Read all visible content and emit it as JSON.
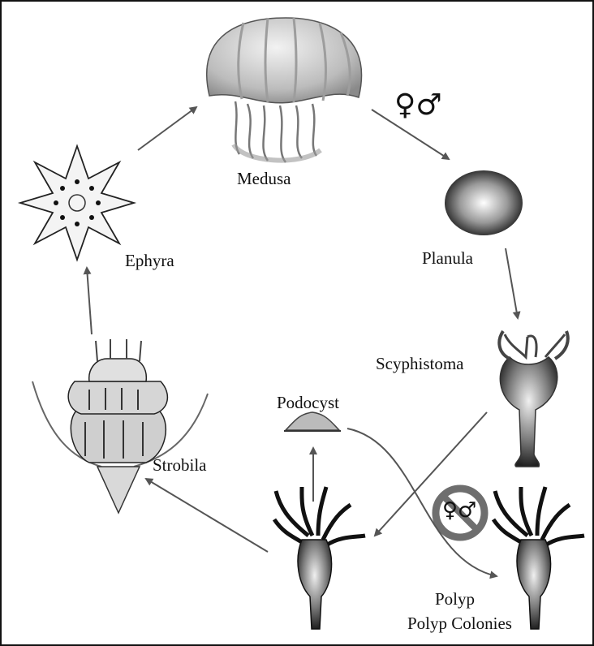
{
  "diagram": {
    "stages": {
      "medusa": "Medusa",
      "planula": "Planula",
      "scyphistoma": "Scyphistoma",
      "podocyst": "Podocyst",
      "strobila": "Strobila",
      "ephyra": "Ephyra",
      "polyp": "Polyp",
      "polyp_colonies": "Polyp Colonies"
    },
    "symbols": {
      "sexual": "♀♂",
      "asexual": "♀♂"
    }
  }
}
